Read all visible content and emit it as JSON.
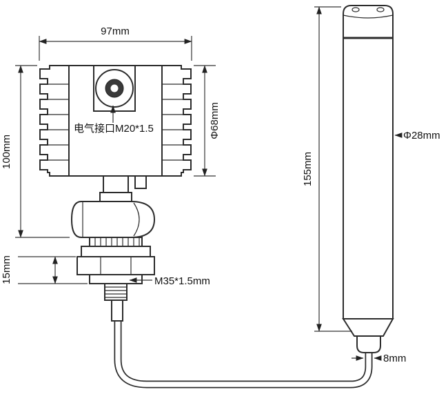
{
  "dimensions": {
    "body_width": "97mm",
    "body_height": "100mm",
    "nut_height": "15mm",
    "body_diameter": "Φ68mm",
    "electrical_port": "电气接口M20*1.5",
    "process_thread": "M35*1.5mm",
    "probe_length": "155mm",
    "probe_diameter": "Φ28mm",
    "cable_diameter": "8mm"
  },
  "colors": {
    "line": "#2b2b2b",
    "background": "#ffffff"
  }
}
